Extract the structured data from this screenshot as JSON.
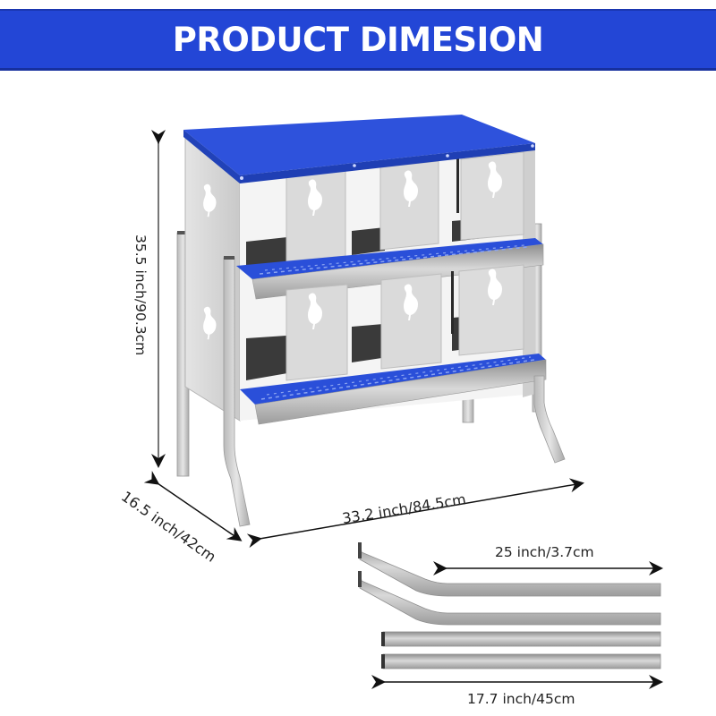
{
  "banner": {
    "title": "PRODUCT DIMESION",
    "color": "#2346d6"
  },
  "product": {
    "name": "chicken-nesting-box",
    "rows": 2,
    "compartments_per_row": 3,
    "roof_color": "#2a4fd9",
    "perch_color": "#2a4fd9",
    "body_color": "#d8d8d8"
  },
  "dimensions": {
    "height": "35.5 inch/90.3cm",
    "depth": "16.5 inch/42cm",
    "width": "33.2 inch/84.5cm",
    "bent_leg_length": "25 inch/3.7cm",
    "straight_leg_length": "17.7 inch/45cm"
  },
  "parts": {
    "bent_legs_count": 2,
    "straight_legs_count": 2
  }
}
